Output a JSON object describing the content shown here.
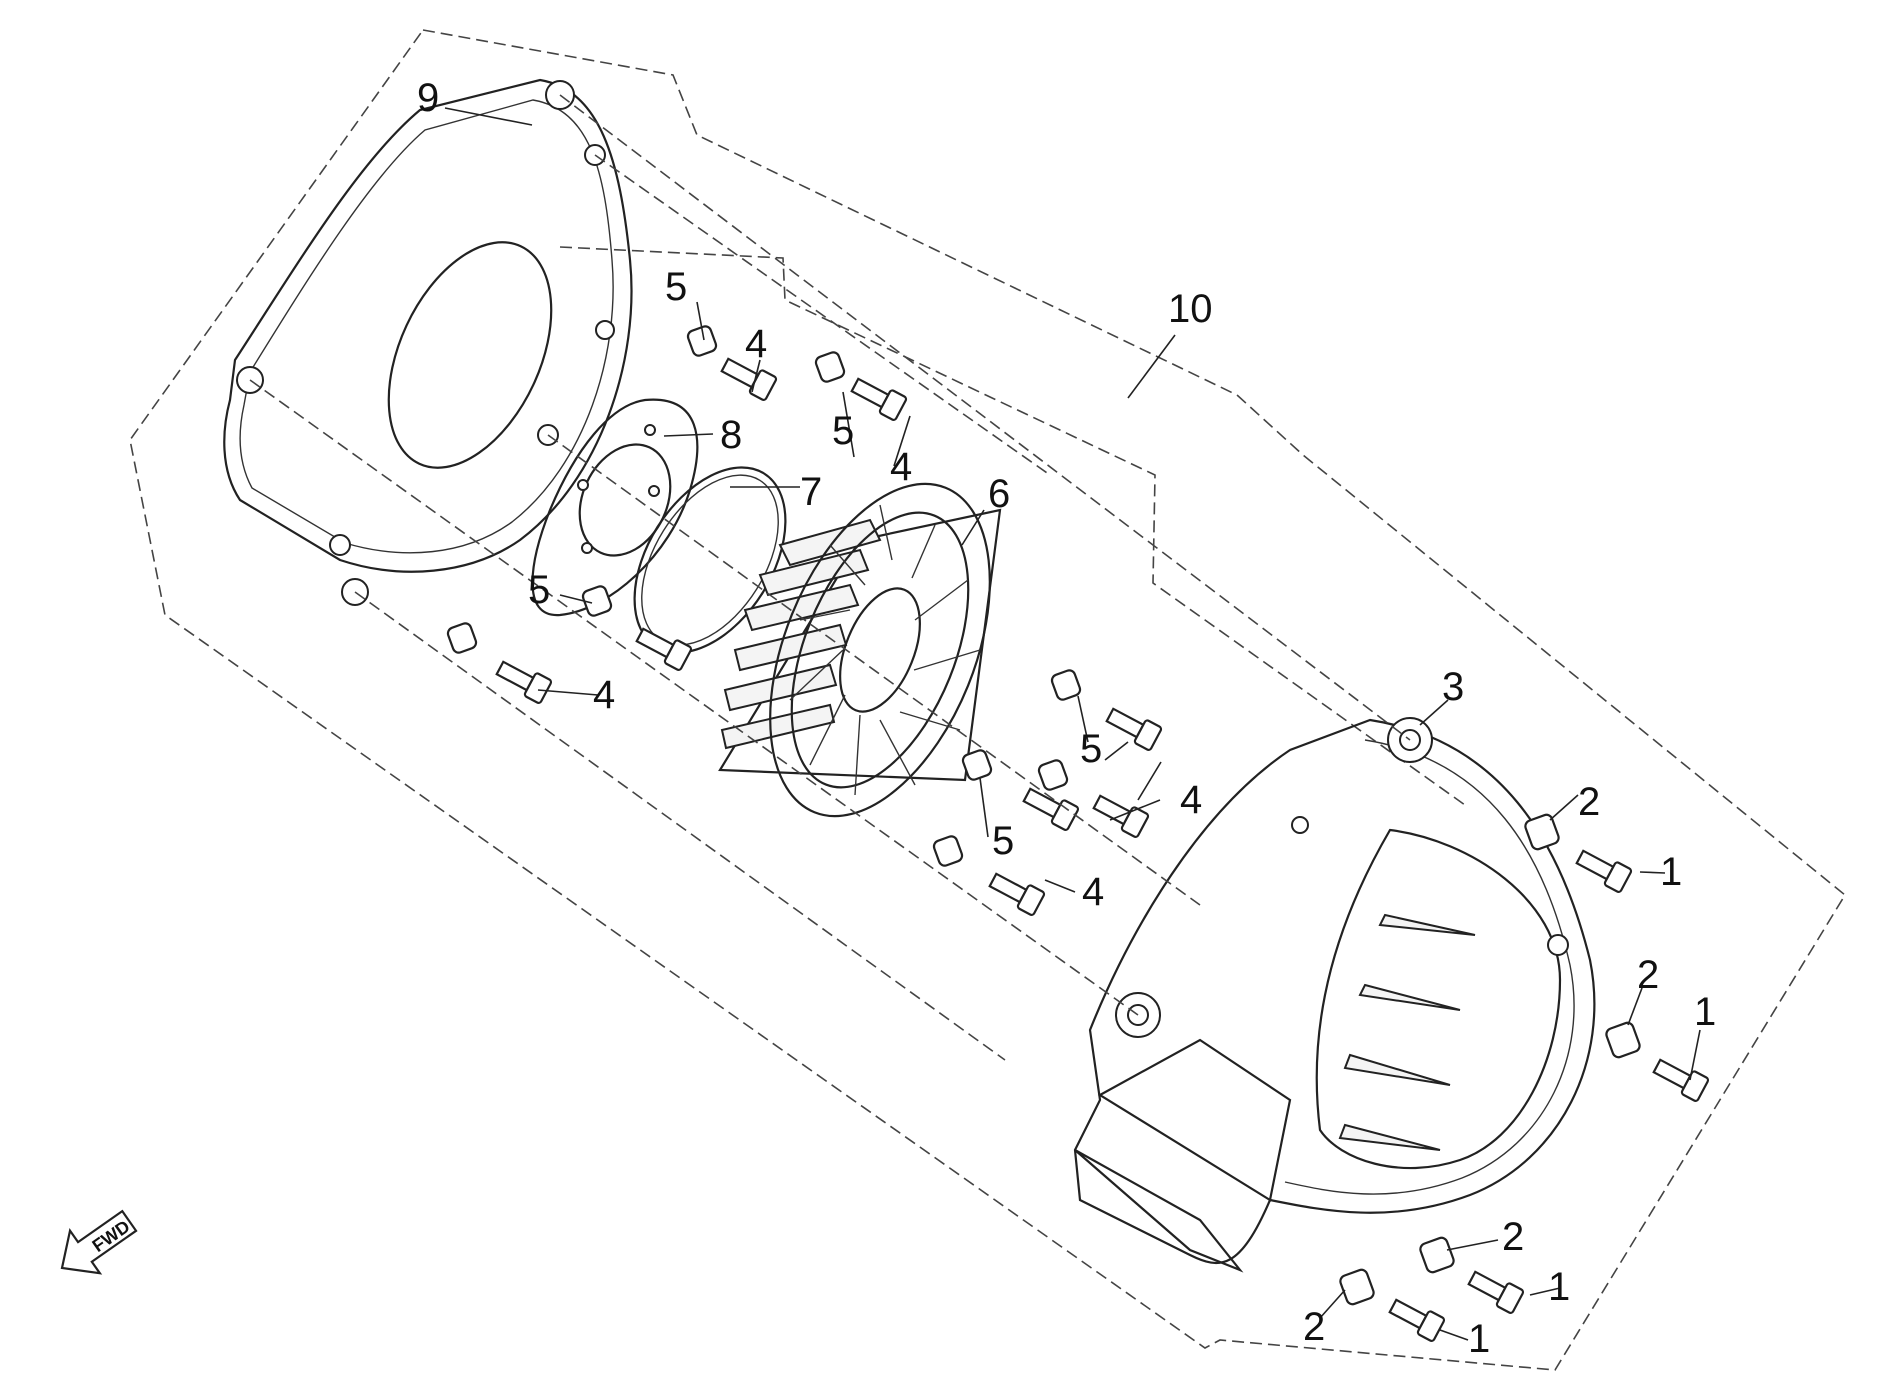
{
  "diagram": {
    "callouts": {
      "c1a": "1",
      "c1b": "1",
      "c1c": "1",
      "c1d": "1",
      "c2a": "2",
      "c2b": "2",
      "c2c": "2",
      "c2d": "2",
      "c3": "3",
      "c4a": "4",
      "c4b": "4",
      "c4c": "4",
      "c4d": "4",
      "c4e": "4",
      "c5a": "5",
      "c5b": "5",
      "c5c": "5",
      "c5d": "5",
      "c5e": "5",
      "c6": "6",
      "c7": "7",
      "c8": "8",
      "c9": "9",
      "c10": "10"
    },
    "fwd_arrow_text": "FWD"
  }
}
